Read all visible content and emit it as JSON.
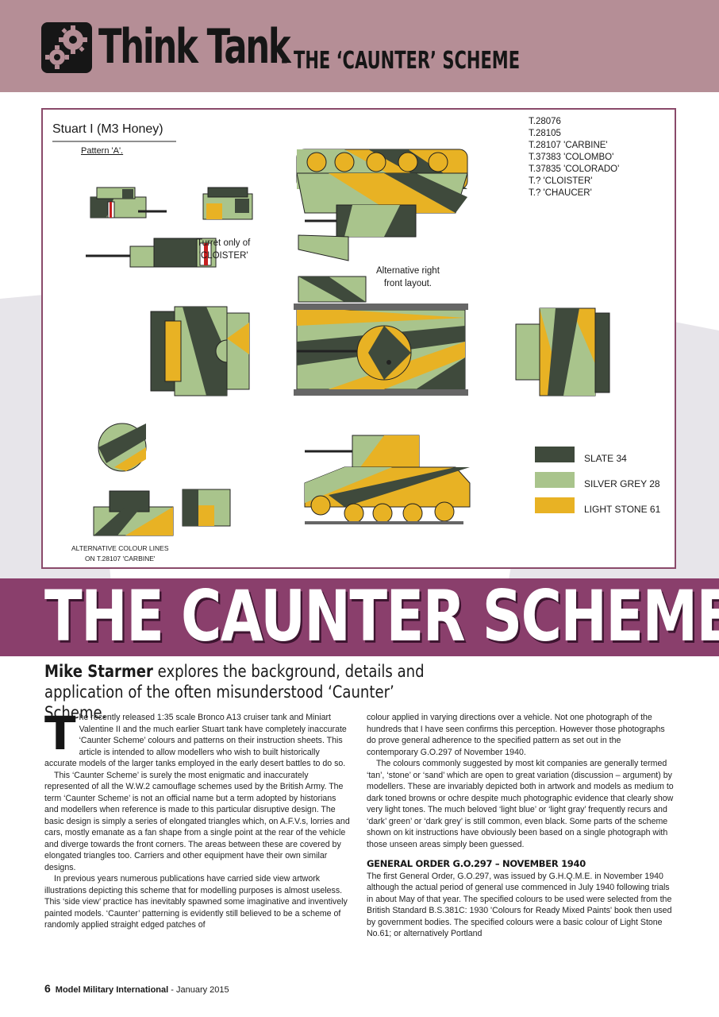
{
  "header": {
    "title": "Think Tank",
    "subtitle": "- THE ‘CAUNTER’ SCHEME"
  },
  "plate": {
    "vehicle_title": "Stuart I (M3 Honey)",
    "pattern": "Pattern 'A'.",
    "serials": [
      "T.28076",
      "T.28105",
      "T.28107 'CARBINE'",
      "T.37383 'COLOMBO'",
      "T.37835 'COLORADO'",
      "T.? 'CLOISTER'",
      "T.? 'CHAUCER'"
    ],
    "turret_note": [
      "Turret only of",
      "'CLOISTER'"
    ],
    "alt_front_note": [
      "Alternative right",
      "front layout."
    ],
    "alt_lines_note": [
      "ALTERNATIVE COLOUR LINES",
      "ON T.28107 'CARBINE'"
    ],
    "legend": [
      {
        "label": "SLATE 34",
        "color": "#3f4a3c"
      },
      {
        "label": "SILVER GREY 28",
        "color": "#a9c48c"
      },
      {
        "label": "LIGHT STONE 61",
        "color": "#e8b224"
      }
    ]
  },
  "article": {
    "banner_title": "THE CAUNTER SCHEME",
    "author": "Mike Starmer",
    "strapline": " explores the background, details and application of the often misunderstood ‘Caunter’ Scheme.",
    "dropcap": "T",
    "col1": [
      "he recently released 1:35 scale Bronco A13 cruiser tank and Miniart Valentine II and the much earlier Stuart tank have completely inaccurate ‘Caunter Scheme’ colours and patterns on their instruction sheets. This article is intended to allow modellers who wish to built historically accurate models of the larger tanks employed in the early desert battles to do so.",
      "This ‘Caunter Scheme’ is surely the most enigmatic and inaccurately represented of all the W.W.2 camouflage schemes used by the British Army. The term ‘Caunter Scheme’ is not an official name but a term adopted by historians and modellers when reference is made to this particular disruptive design. The basic design is simply a series of elongated triangles which, on A.F.V.s, lorries and cars, mostly emanate as a fan shape from a single point at the rear of the vehicle and diverge towards the front corners. The areas between these are covered by elongated triangles too. Carriers and other equipment have their own similar designs.",
      "In previous years numerous publications have carried side view artwork illustrations depicting this scheme that for modelling purposes is almost useless. This ‘side view’ practice has inevitably spawned some imaginative and inventively painted models. ‘Caunter’ patterning is evidently still believed to be a scheme of randomly applied straight edged patches of"
    ],
    "col2": [
      "colour applied in varying directions over a vehicle. Not one photograph of the hundreds that I have seen confirms this perception. However those photographs do prove general adherence to the specified pattern as set out in the contemporary G.O.297 of November 1940.",
      "The colours commonly suggested by most kit companies are generally termed ‘tan’, ‘stone’ or ‘sand’ which are open to great variation (discussion – argument) by modellers. These are invariably depicted both in artwork and models as medium to dark toned browns or ochre despite much photographic evidence that clearly show very light tones. The much beloved ‘light blue’ or ‘light gray’ frequently recurs and ‘dark’ green’ or ‘dark grey’ is still common, even black. Some parts of the scheme shown on kit instructions have obviously been based on a single photograph with those unseen areas simply been guessed."
    ],
    "subhead": "GENERAL ORDER G.O.297 – NOVEMBER 1940",
    "col2b": "The first General Order, G.O.297, was issued by G.H.Q.M.E. in November 1940 although the actual period of general use commenced in July 1940 following trials in about May of that year. The specified colours to be used were selected from the British Standard B.S.381C: 1930 'Colours for Ready Mixed Paints' book then used by government bodies. The specified colours were a basic colour of Light Stone No.61; or alternatively Portland"
  },
  "footer": {
    "page": "6",
    "magazine": "Model Military International",
    "issue": " - January 2015"
  }
}
